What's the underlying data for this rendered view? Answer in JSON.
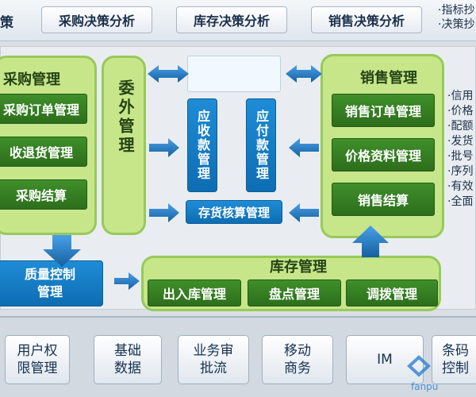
{
  "top": {
    "left_label": "策",
    "buttons": [
      "采购决策分析",
      "库存决策分析",
      "销售决策分析"
    ],
    "notes": [
      "·指标抄",
      "·决策抄"
    ]
  },
  "purchase": {
    "title": "采购管理",
    "items": [
      "采购订单管理",
      "收退货管理",
      "采购结算"
    ]
  },
  "outsourcing": {
    "label": "委外管理"
  },
  "receivable": {
    "label": "应收款管理"
  },
  "payable": {
    "label": "应付款管理"
  },
  "inventory_costing": {
    "label": "存货核算管理"
  },
  "sales": {
    "title": "销售管理",
    "items": [
      "销售订单管理",
      "价格资料管理",
      "销售结算"
    ]
  },
  "side_list": [
    "·信用",
    "·价格",
    "·配额",
    "·发货",
    "·批号",
    "·序列",
    "·有效",
    "·全面"
  ],
  "quality": {
    "label": "质量控制\n管理"
  },
  "stock": {
    "title": "库存管理",
    "items": [
      "出入库管理",
      "盘点管理",
      "调拨管理"
    ]
  },
  "bottom": {
    "buttons": [
      "用户权\n限管理",
      "基础\n数据",
      "业务审\n批流",
      "移动\n商务",
      "IM",
      "条码\n控制"
    ]
  },
  "watermark": "fanpu",
  "colors": {
    "green_panel": "#c7e68a",
    "green_button": "#2d6e1c",
    "blue_box": "#0d6db2",
    "arrow": "#1d6fb8"
  }
}
